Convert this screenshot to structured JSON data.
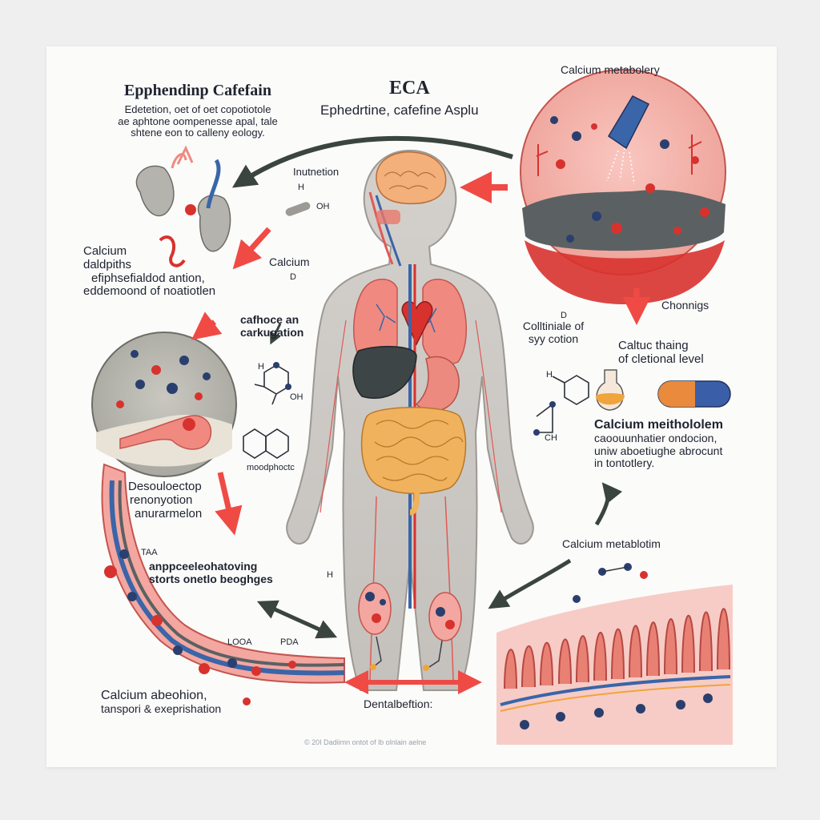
{
  "header": {
    "title": "ECA",
    "subtitle": "Ephedrtine, cafefine Asplu"
  },
  "labels": {
    "top_left_title": "Epphendinp Cafefain",
    "top_left_desc": [
      "Edetetion, oet of oet copotiotole",
      "ae aphtone oompenesse apal,   tale",
      "shtene eon to calleny eology."
    ],
    "intubation": "Inutnetion",
    "intubation_sub": "H",
    "oh_label": "OH",
    "calcium_left": "Calcium",
    "calcium_left_sub": "D",
    "calcium_block": [
      "Calcium",
      "daldpiths",
      "efiphsefialdod antion,",
      "eddemoond of noatiotlen"
    ],
    "caffeine_block": [
      "cafhoce an",
      "carkugation"
    ],
    "calcium_metabolism_top": "Calcium metabolery",
    "chonnings": "Chonnigs",
    "coll_of_syc": [
      "Colltiniale of",
      "syy cotion"
    ],
    "coll_sub": "D",
    "calcium_testing": [
      "Caltuc thaing",
      "of cletional level"
    ],
    "calcium_meth_block": [
      "Calcium meithololem",
      "caoouunhatier ondocion,",
      "uniw aboetiughe abrocunt",
      "in tontotlery."
    ],
    "molecule_label": "moodphoctc",
    "h_mol1": "H",
    "oh_mol1": "OH",
    "h_mol2": "H",
    "ch_mol2": "CH",
    "h_mol3": "H",
    "descr_block": [
      "Desouloectop",
      "renonyotion",
      "anurarmelon"
    ],
    "taa": "TAA",
    "supp_block": [
      "anppceeleohatoving",
      "storts  onetlo beoghges"
    ],
    "calcium_metablotim": "Calcium metablotim",
    "loo_label": "LOOA",
    "pda_label": "PDA",
    "h_lower": "H",
    "calcium_absorption": [
      "Calcium abeohion,",
      "tanspori & exeprishation"
    ],
    "dental": "Dentalbeftion:",
    "footer": "© 20I Dadiimn ontot of lb olnlain aelne"
  },
  "colors": {
    "red_arrow": "#f04a45",
    "dark_arrow": "#3a4540",
    "calcium_red": "#d8322e",
    "blue_ion": "#2a3f6e",
    "tissue_pink": "#f3a7a0",
    "intestine_orange": "#f0b25c",
    "liver": "#3d4547",
    "brain": "#f3b07a",
    "body_grey": "#c9c7c4",
    "capsule_blue": "#3a5fa8",
    "capsule_orange": "#e98a3c"
  },
  "icons": [
    "kidney-icon",
    "capsule-icon",
    "flask-icon",
    "molecule-icon",
    "stomach-icon",
    "intestine-icon",
    "heart-icon",
    "brain-icon"
  ]
}
